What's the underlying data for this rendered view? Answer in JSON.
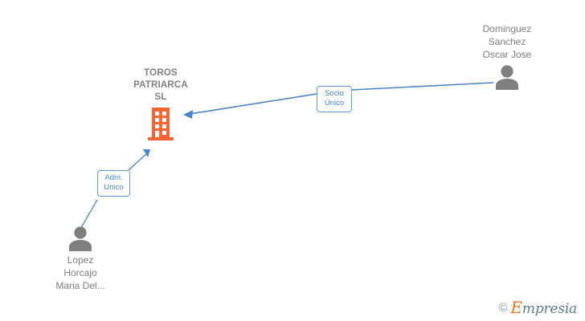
{
  "diagram": {
    "type": "corporate-relations",
    "company": {
      "name": "TOROS\nPATRIARCA\nSL",
      "icon": "building-icon",
      "color": "#FA6432"
    },
    "persons": [
      {
        "id": "dominguez",
        "name": "Dominguez\nSanchez\nOscar Jose",
        "icon": "person-icon",
        "color": "#7F7F7F",
        "position": "top-right"
      },
      {
        "id": "lopez",
        "name": "Lopez\nHorcajo\nMaria Del...",
        "icon": "person-icon",
        "color": "#7F7F7F",
        "position": "bottom-left"
      }
    ],
    "relations": [
      {
        "id": "socio-unico",
        "label": "Socio\nÚnico",
        "from": "dominguez",
        "to": "company",
        "color": "#4A86C8"
      },
      {
        "id": "adm-unico",
        "label": "Adm.\nUnico",
        "from": "lopez",
        "to": "company",
        "color": "#4A86C8"
      }
    ]
  },
  "watermark": {
    "copyright": "©",
    "brand_initial": "E",
    "brand_rest": "mpresia"
  }
}
